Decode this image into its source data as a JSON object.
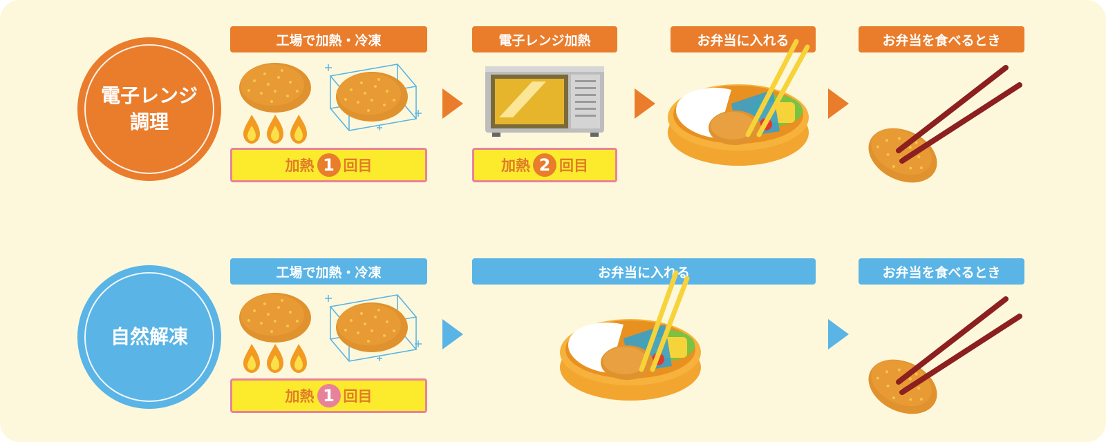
{
  "colors": {
    "background": "#fdf8dc",
    "orange": "#e97d2c",
    "blue": "#5ab4e5",
    "heat_box": "#fbeb2c",
    "heat_border": "#e8829a"
  },
  "rows": [
    {
      "method": [
        "電子レンジ",
        "調理"
      ],
      "steps": [
        {
          "label": "工場で加熱・冷凍",
          "heat": {
            "prefix": "加熱",
            "count": "1",
            "suffix": "回目"
          }
        },
        {
          "label": "電子レンジ加熱",
          "heat": {
            "prefix": "加熱",
            "count": "2",
            "suffix": "回目"
          }
        },
        {
          "label": "お弁当に入れる"
        },
        {
          "label": "お弁当を食べるとき"
        }
      ]
    },
    {
      "method": [
        "自然解凍"
      ],
      "steps": [
        {
          "label": "工場で加熱・冷凍",
          "heat": {
            "prefix": "加熱",
            "count": "1",
            "suffix": "回目"
          }
        },
        {
          "label": "お弁当に入れる"
        },
        {
          "label": "お弁当を食べるとき"
        }
      ]
    }
  ],
  "icons": [
    "croquette-icon",
    "flame-icon",
    "freezer-box-icon",
    "microwave-icon",
    "bento-box-icon",
    "chopsticks-icon",
    "arrow-right-icon"
  ]
}
